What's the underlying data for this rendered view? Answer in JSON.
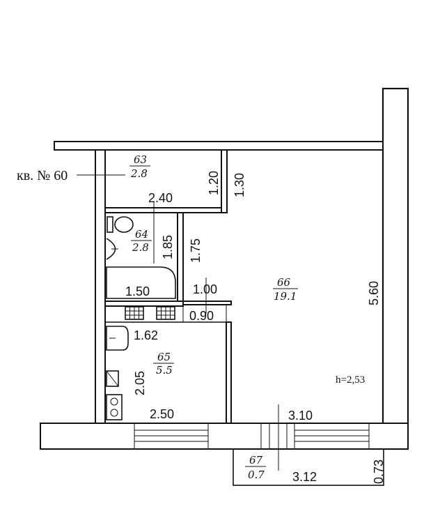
{
  "apartment_label": "кв. № 60",
  "ceiling_height": "h=2,53",
  "rooms": [
    {
      "number": "63",
      "area": "2.8"
    },
    {
      "number": "64",
      "area": "2.8"
    },
    {
      "number": "65",
      "area": "5.5"
    },
    {
      "number": "66",
      "area": "19.1"
    },
    {
      "number": "67",
      "area": "0.7"
    }
  ],
  "dimensions": {
    "d_2_40": "2.40",
    "d_1_20": "1.20",
    "d_1_30": "1.30",
    "d_1_85": "1.85",
    "d_1_75": "1.75",
    "d_1_50": "1.50",
    "d_1_00": "1.00",
    "d_0_90": "0.90",
    "d_1_62": "1.62",
    "d_2_05": "2.05",
    "d_2_50": "2.50",
    "d_3_10": "3.10",
    "d_5_60": "5.60",
    "d_3_12": "3.12",
    "d_0_73": "0.73"
  }
}
